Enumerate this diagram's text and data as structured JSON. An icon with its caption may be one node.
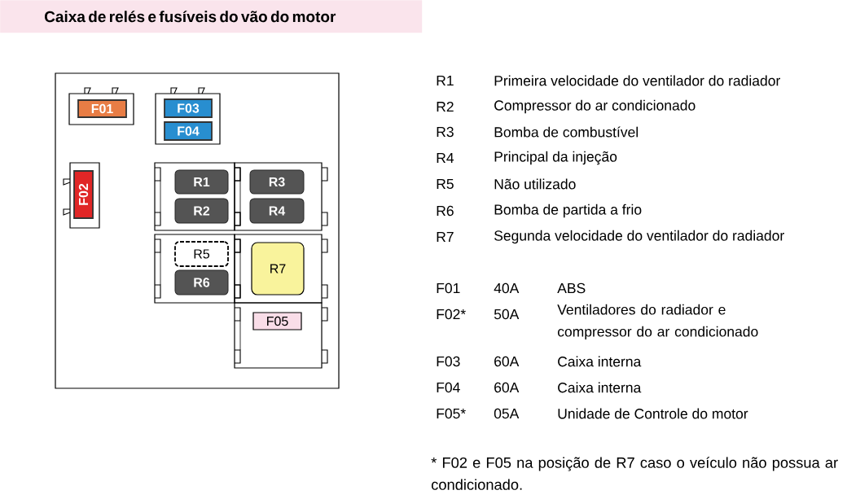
{
  "diagram": {
    "title": "Caixa de relés e fusíveis do vão do motor",
    "nodes": [
      {
        "text": [],
        "shape": "box"
      },
      {
        "text": [
          "F01"
        ],
        "in": 0
      },
      {
        "text": [
          "F03"
        ],
        "in": 0
      },
      {
        "text": [
          "F04"
        ],
        "in": 0
      },
      {
        "text": [
          "F02"
        ],
        "in": 0
      },
      {
        "text": [
          "R1"
        ],
        "in": 0
      },
      {
        "text": [
          "R3"
        ],
        "in": 0
      },
      {
        "text": [
          "R2"
        ],
        "in": 0
      },
      {
        "text": [
          "R4"
        ],
        "in": 0
      },
      {
        "text": [
          "R5"
        ],
        "in": 0
      },
      {
        "text": [
          "R7"
        ],
        "in": 0
      },
      {
        "text": [
          "R6"
        ],
        "in": 0
      },
      {
        "text": [
          "F05"
        ],
        "in": 0
      }
    ],
    "labels": [
      "R1",
      "Primeira velocidade do ventilador do radiador",
      "R2",
      "Compressor do ar condicionado",
      "R3",
      "Bomba de combustível",
      "R4",
      "Principal da injeção",
      "R5",
      "Não utilizado",
      "R6",
      "Bomba de partida a frio",
      "R7",
      "Segunda velocidade do ventilador do radiador",
      "F01",
      "40A",
      "ABS",
      "F02*",
      "50A",
      "Ventiladores do radiador e compressor do ar condicionado",
      "F03",
      "60A",
      "Caixa interna",
      "F04",
      "60A",
      "Caixa interna",
      "F05*",
      "05A",
      "Unidade de Controle do motor",
      "* F02 e F05 na posição de R7 caso o veículo não possua ar condicionado."
    ]
  }
}
